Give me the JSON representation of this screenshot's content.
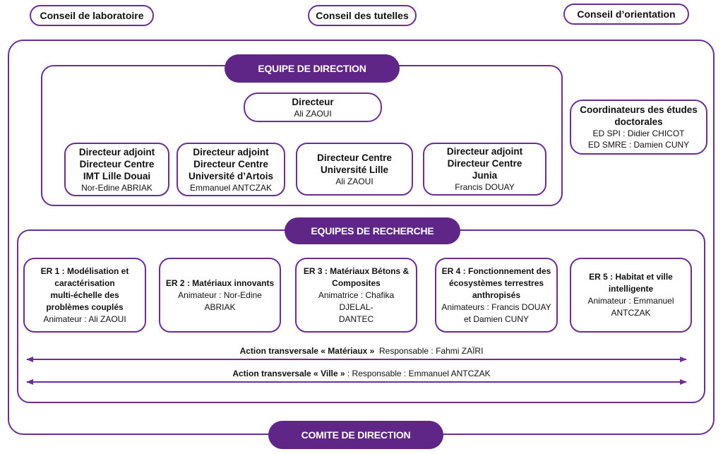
{
  "councils": [
    {
      "label": "Conseil de laboratoire"
    },
    {
      "label": "Conseil des tutelles"
    },
    {
      "label": "Conseil d’orientation"
    }
  ],
  "direction": {
    "banner": "EQUIPE DE DIRECTION",
    "director": {
      "title": "Directeur",
      "name": "Ali ZAOUI"
    },
    "deputies": [
      {
        "line1": "Directeur adjoint",
        "line2": "Directeur Centre",
        "line3": "IMT Lille Douai",
        "name": "Nor-Edine ABRIAK"
      },
      {
        "line1": "Directeur adjoint",
        "line2": "Directeur Centre",
        "line3": "Université d’Artois",
        "name": "Emmanuel ANTCZAK"
      },
      {
        "line1": "Directeur Centre",
        "line2": "Université Lille",
        "name": "Ali ZAOUI"
      },
      {
        "line1": "Directeur adjoint",
        "line2": "Directeur Centre",
        "line3": "Junia",
        "name": "Francis DOUAY"
      }
    ]
  },
  "doctoral": {
    "line1": "Coordinateurs des études",
    "line2": "doctorales",
    "spi": "ED SPI : Didier CHICOT",
    "smre": "ED SMRE : Damien CUNY"
  },
  "research": {
    "banner": "EQUIPES DE RECHERCHE",
    "teams": [
      {
        "t1": "ER 1 : Modélisation et",
        "t2": "caractérisation",
        "t3": "multi-échelle des",
        "t4": "problèmes couplés",
        "n1": "Animateur : Ali ZAOUI",
        "n2": ""
      },
      {
        "t1": "ER 2 : Matériaux innovants",
        "t2": "",
        "t3": "",
        "t4": "",
        "n1": "Animateur : Nor-Edine",
        "n2": "ABRIAK"
      },
      {
        "t1": "ER 3 : Matériaux Bétons &",
        "t2": "Composites",
        "t3": "",
        "t4": "",
        "n1": "Animatrice : Chafika DJELAL-",
        "n2": "DANTEC"
      },
      {
        "t1": "ER 4 : Fonctionnement des",
        "t2": "écosystèmes terrestres",
        "t3": "anthropisés",
        "t4": "",
        "n1": "Animateurs : Francis DOUAY",
        "n2": "et Damien CUNY"
      },
      {
        "t1": "ER 5 : Habitat et ville",
        "t2": "intelligente",
        "t3": "",
        "t4": "",
        "n1": "Animateur : Emmanuel",
        "n2": "ANTCZAK"
      }
    ],
    "actions": [
      {
        "bold": "Action transversale « Matériaux »",
        "rest": "  Responsable : Fahmi ZAÏRI"
      },
      {
        "bold": "Action transversale « Ville »",
        "rest": " : Responsable : Emmanuel ANTCZAK"
      }
    ]
  },
  "committee": {
    "banner": "COMITE DE DIRECTION"
  },
  "colors": {
    "accent": "#6a2e94",
    "banner_fill": "#5f2688",
    "text": "#111111"
  }
}
